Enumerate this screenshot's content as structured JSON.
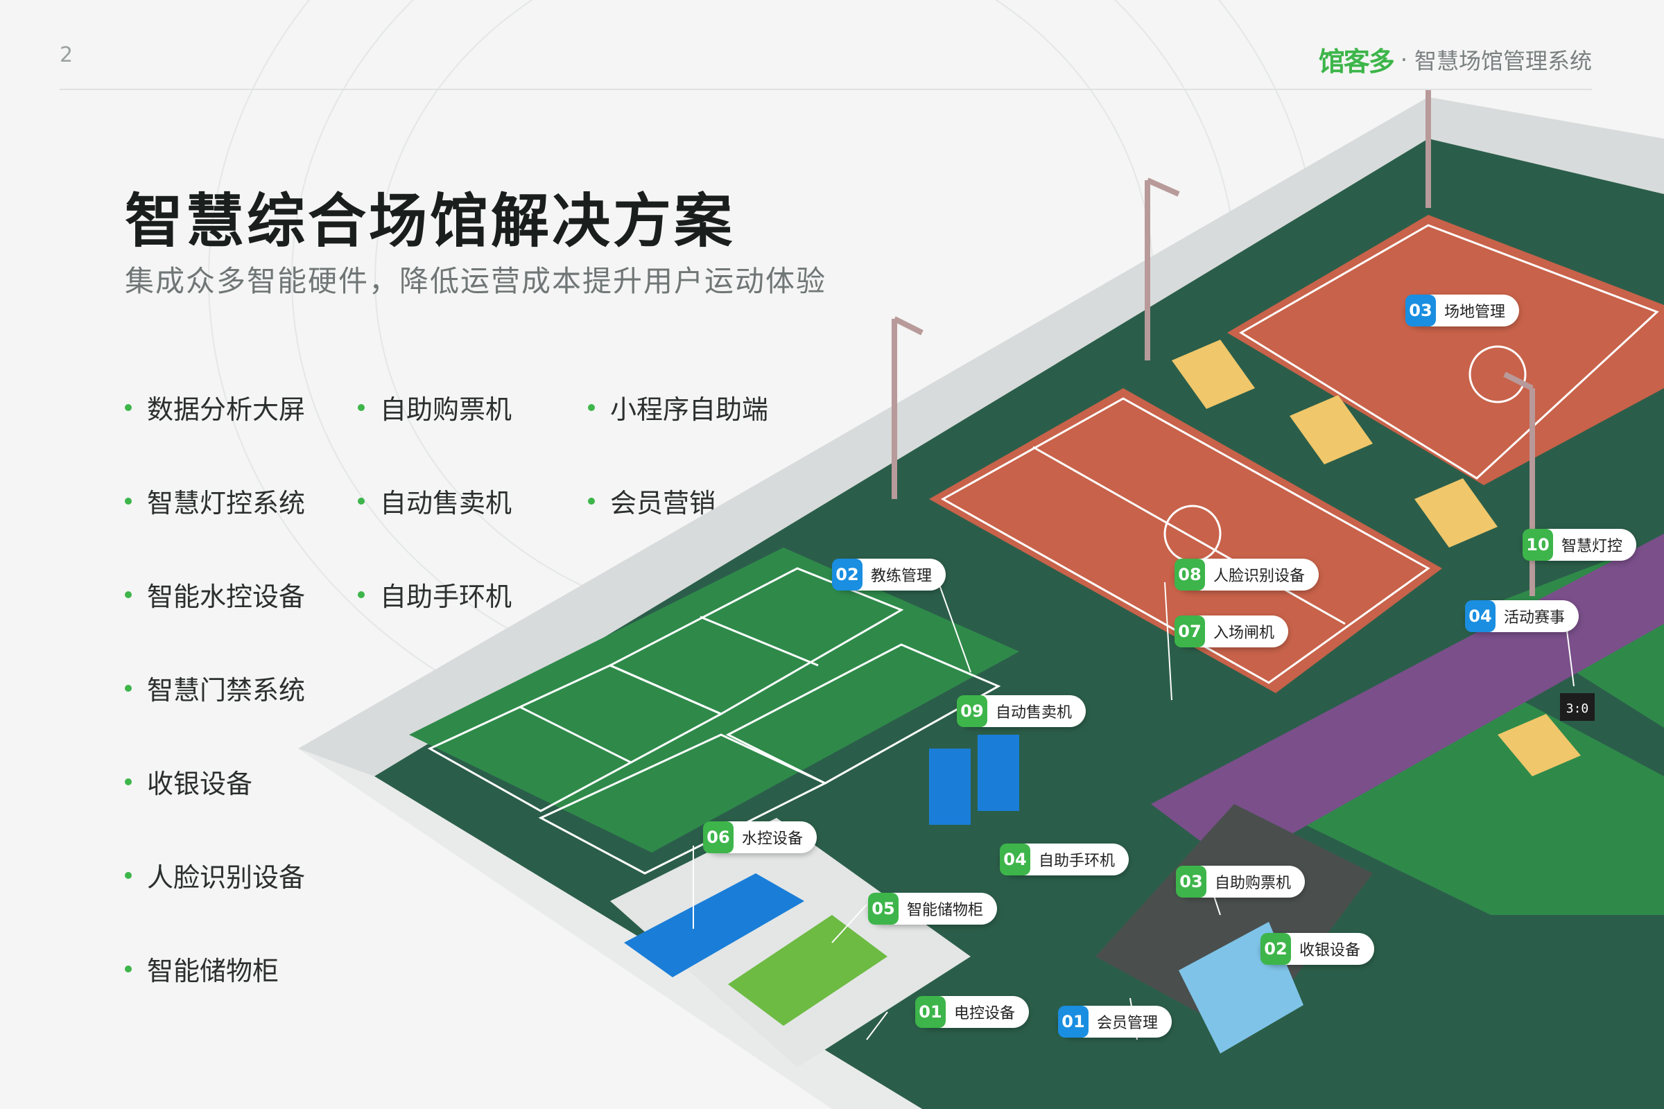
{
  "page_number": "2",
  "brand": {
    "logo": "馆客多",
    "separator": "·",
    "tagline": "智慧场馆管理系统"
  },
  "title": "智慧综合场馆解决方案",
  "subtitle": "集成众多智能硬件，降低运营成本提升用户运动体验",
  "features": [
    [
      "数据分析大屏",
      "智慧灯控系统",
      "智能水控设备",
      "智慧门禁系统",
      "收银设备",
      "人脸识别设备",
      "智能储物柜"
    ],
    [
      "自助购票机",
      "自动售卖机",
      "自助手环机"
    ],
    [
      "小程序自助端",
      "会员营销"
    ]
  ],
  "tags": [
    {
      "num": "01",
      "label": "会员管理",
      "color": "blue"
    },
    {
      "num": "02",
      "label": "教练管理",
      "color": "blue"
    },
    {
      "num": "03",
      "label": "场地管理",
      "color": "blue"
    },
    {
      "num": "04",
      "label": "活动赛事",
      "color": "blue"
    },
    {
      "num": "01",
      "label": "电控设备",
      "color": "green"
    },
    {
      "num": "02",
      "label": "收银设备",
      "color": "green"
    },
    {
      "num": "03",
      "label": "自助购票机",
      "color": "green"
    },
    {
      "num": "04",
      "label": "自助手环机",
      "color": "green"
    },
    {
      "num": "05",
      "label": "智能储物柜",
      "color": "green"
    },
    {
      "num": "06",
      "label": "水控设备",
      "color": "green"
    },
    {
      "num": "07",
      "label": "入场闸机",
      "color": "green"
    },
    {
      "num": "08",
      "label": "人脸识别设备",
      "color": "green"
    },
    {
      "num": "09",
      "label": "自动售卖机",
      "color": "green"
    },
    {
      "num": "10",
      "label": "智慧灯控",
      "color": "green"
    }
  ],
  "scoreboard": "3:0",
  "colors": {
    "accent_green": "#3db54a",
    "accent_blue": "#1a8ee0",
    "floor": "#2b5e4a",
    "court_red": "#c8624a",
    "court_green": "#2f8a4a",
    "lane_purple": "#7a4f8a"
  }
}
